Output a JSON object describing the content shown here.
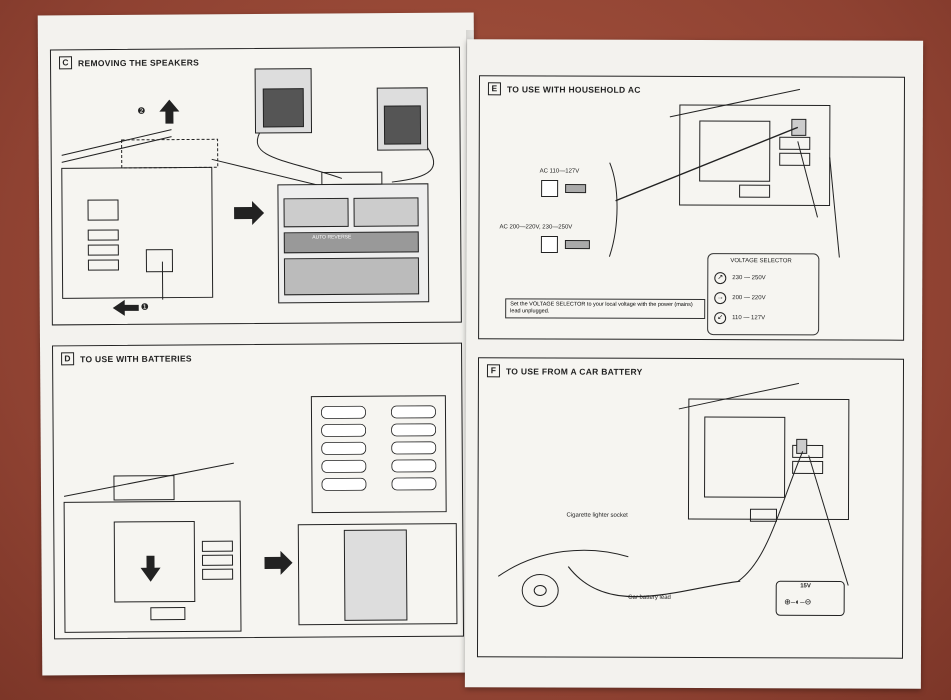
{
  "sections": {
    "c": {
      "letter": "C",
      "title": "REMOVING THE SPEAKERS",
      "step1": "❶",
      "step2": "❷",
      "brand_label": "AUTO REVERSE"
    },
    "d": {
      "letter": "D",
      "title": "TO USE WITH BATTERIES"
    },
    "e": {
      "letter": "E",
      "title": "TO USE WITH HOUSEHOLD AC",
      "ac1": "AC 110—127V",
      "ac2": "AC 200—220V, 230—250V",
      "voltage_selector": {
        "title": "VOLTAGE SELECTOR",
        "options": [
          "230 — 250V",
          "200 — 220V",
          "110 — 127V"
        ]
      },
      "note": "Set the VOLTAGE SELECTOR to your local voltage with the power (mains) lead unplugged."
    },
    "f": {
      "letter": "F",
      "title": "TO USE FROM A CAR BATTERY",
      "socket_label": "Cigarette lighter socket",
      "lead_label": "Car battery lead",
      "voltage": "15V"
    }
  },
  "colors": {
    "ink": "#222222",
    "paper": "#f3f2ee",
    "background": "#9a4a3a"
  }
}
